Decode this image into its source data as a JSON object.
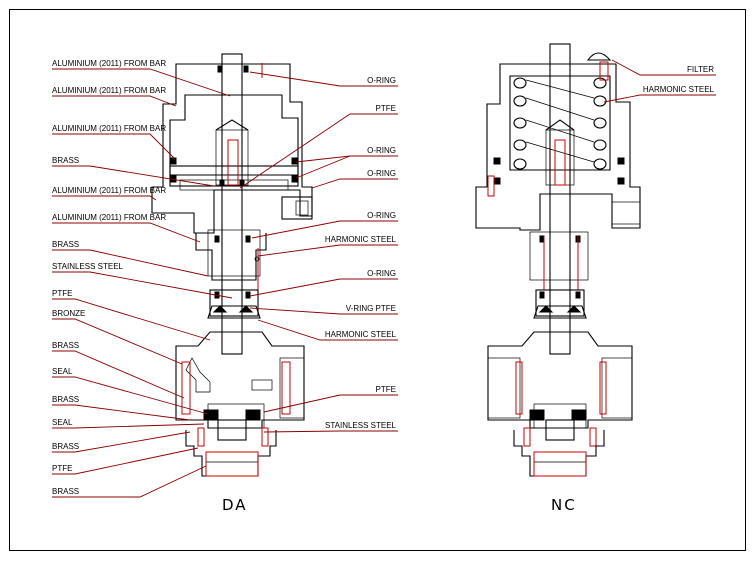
{
  "left_valve": {
    "caption": "DA",
    "labels": [
      "ALUMINIUM (2011) FROM BAR",
      "ALUMINIUM (2011) FROM BAR",
      "ALUMINIUM (2011) FROM BAR",
      "BRASS",
      "ALUMINIUM (2011) FROM BAR",
      "ALUMINIUM (2011) FROM BAR",
      "BRASS",
      "STAINLESS STEEL",
      "PTFE",
      "BRONZE",
      "BRASS",
      "SEAL",
      "BRASS",
      "SEAL",
      "BRASS",
      "PTFE",
      "BRASS"
    ],
    "right_labels": [
      "O-RING",
      "PTFE",
      "O-RING",
      "O-RING",
      "O-RING",
      "HARMONIC STEEL",
      "O-RING",
      "V-RING PTFE",
      "HARMONIC STEEL",
      "PTFE",
      "STAINLESS STEEL"
    ]
  },
  "right_valve": {
    "caption": "NC",
    "labels": [
      "FILTER",
      "HARMONIC STEEL"
    ]
  },
  "colors": {
    "leader": "#8b0000",
    "highlight": "#cc0000",
    "outline": "#000000"
  }
}
